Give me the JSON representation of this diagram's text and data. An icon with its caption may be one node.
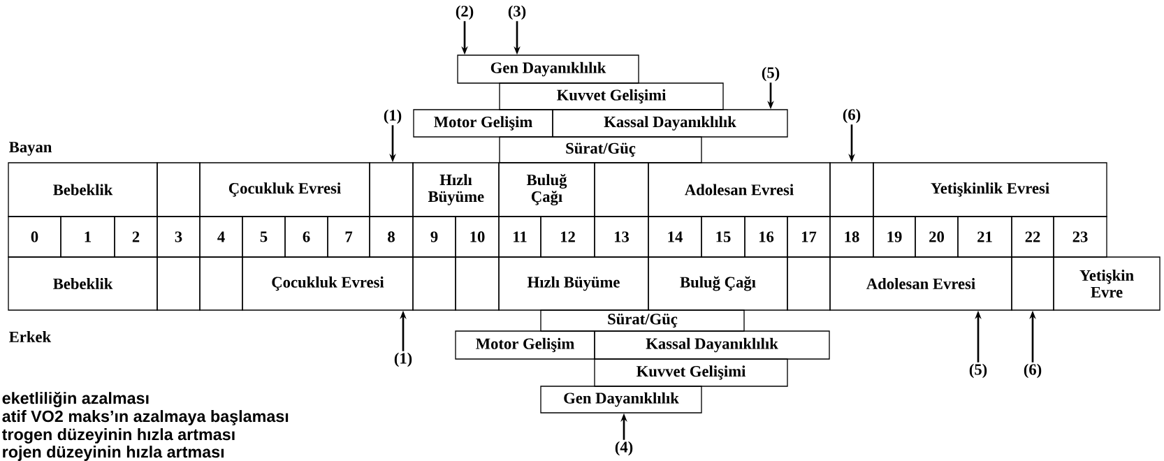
{
  "diagram": {
    "nodes": [
      {
        "text": [
          "(2)"
        ]
      },
      {
        "text": [
          "(3)"
        ]
      },
      {
        "text": [
          "Gen Dayanıklılık"
        ]
      },
      {
        "text": [
          "Kuvvet Gelişimi"
        ]
      },
      {
        "text": [
          "(5)"
        ]
      },
      {
        "text": [
          "(1)"
        ]
      },
      {
        "text": [
          "Motor Gelişim"
        ]
      },
      {
        "text": [
          "Kassal Dayanıklılık"
        ]
      },
      {
        "text": [
          "(6)"
        ]
      },
      {
        "text": [
          "Sürat/Güç"
        ]
      },
      {
        "text": [
          "Bebeklik"
        ]
      },
      {
        "text": [],
        "shape": "box"
      },
      {
        "text": [
          "Çocukluk Evresi"
        ]
      },
      {
        "text": [],
        "shape": "box"
      },
      {
        "text": [
          "Hızlı Büyüme"
        ]
      },
      {
        "text": [
          "Buluğ Çağı"
        ]
      },
      {
        "text": [],
        "shape": "box"
      },
      {
        "text": [
          "Adolesan Evresi"
        ]
      },
      {
        "text": [],
        "shape": "box"
      },
      {
        "text": [
          "Yetişkinlik Evresi"
        ]
      },
      {
        "text": [
          "0"
        ]
      },
      {
        "text": [
          "1"
        ]
      },
      {
        "text": [
          "2"
        ]
      },
      {
        "text": [
          "3"
        ]
      },
      {
        "text": [
          "4"
        ]
      },
      {
        "text": [
          "5"
        ]
      },
      {
        "text": [
          "6"
        ]
      },
      {
        "text": [
          "7"
        ]
      },
      {
        "text": [
          "8"
        ]
      },
      {
        "text": [
          "9"
        ]
      },
      {
        "text": [
          "10"
        ]
      },
      {
        "text": [
          "11"
        ]
      },
      {
        "text": [
          "12"
        ]
      },
      {
        "text": [
          "13"
        ]
      },
      {
        "text": [
          "14"
        ]
      },
      {
        "text": [
          "15"
        ]
      },
      {
        "text": [
          "16"
        ]
      },
      {
        "text": [
          "17"
        ]
      },
      {
        "text": [
          "18"
        ]
      },
      {
        "text": [
          "19"
        ]
      },
      {
        "text": [
          "20"
        ]
      },
      {
        "text": [
          "21"
        ]
      },
      {
        "text": [
          "22"
        ]
      },
      {
        "text": [
          "23"
        ]
      },
      {
        "text": [
          "Bebeklik"
        ]
      },
      {
        "text": [],
        "shape": "box"
      },
      {
        "text": [],
        "shape": "box"
      },
      {
        "text": [
          "Çocukluk Evresi"
        ]
      },
      {
        "text": [],
        "shape": "box"
      },
      {
        "text": [],
        "shape": "box"
      },
      {
        "text": [
          "Hızlı Büyüme"
        ]
      },
      {
        "text": [
          "Buluğ Çağı"
        ]
      },
      {
        "text": [],
        "shape": "box"
      },
      {
        "text": [
          "Adolesan Evresi"
        ]
      },
      {
        "text": [],
        "shape": "box"
      },
      {
        "text": [
          "Yetişkin Evre"
        ]
      },
      {
        "text": [
          "Sürat/Güç"
        ]
      },
      {
        "text": [
          "Motor Gelişim"
        ]
      },
      {
        "text": [
          "Kassal Dayanıklılık"
        ]
      },
      {
        "text": [
          "(1)"
        ]
      },
      {
        "text": [
          "Kuvvet Gelişimi"
        ]
      },
      {
        "text": [
          "(5)"
        ]
      },
      {
        "text": [
          "(6)"
        ]
      },
      {
        "text": [
          "Gen Dayanıklılık"
        ]
      },
      {
        "text": [
          "(4)"
        ]
      }
    ],
    "edges": [
      {
        "from": 0,
        "to": 2,
        "arrow": "to"
      },
      {
        "from": 1,
        "to": 2,
        "arrow": "to"
      },
      {
        "from": 5,
        "to": 13,
        "arrow": "to"
      },
      {
        "from": 4,
        "to": 7,
        "arrow": "to"
      },
      {
        "from": 8,
        "to": 18,
        "arrow": "to"
      },
      {
        "from": 59,
        "to": 47,
        "arrow": "to"
      },
      {
        "from": 64,
        "to": 63,
        "arrow": "to"
      },
      {
        "from": 61,
        "to": 53,
        "arrow": "to"
      },
      {
        "from": 62,
        "to": 54,
        "arrow": "to"
      }
    ],
    "labels": [
      "Bayan",
      "Erkek",
      "eketliliğin azalması",
      "atif VO2 maks’ın azalmaya başlaması",
      "trogen düzeyinin hızla artması",
      "rojen düzeyinin hızla artması"
    ]
  }
}
